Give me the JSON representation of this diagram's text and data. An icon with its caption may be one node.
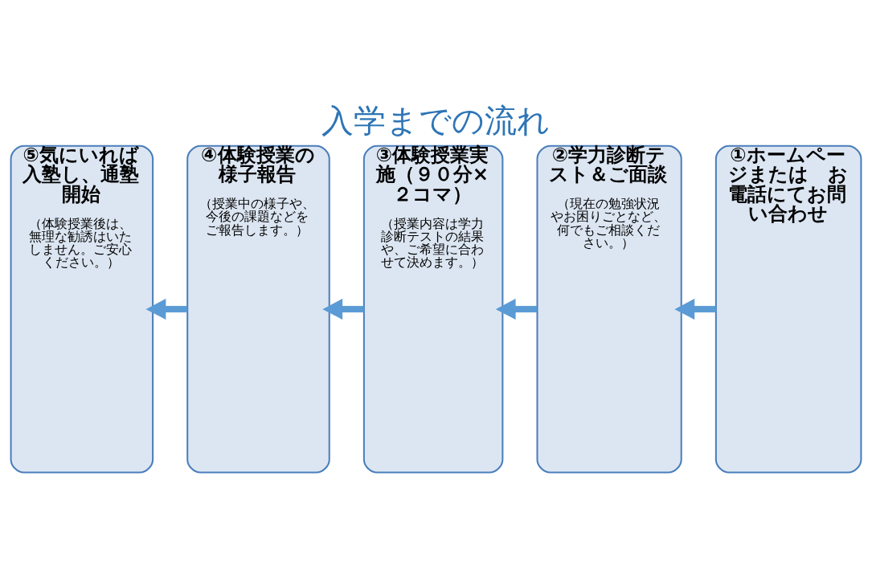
{
  "diagram": {
    "title": "入学までの流れ",
    "nodes": [
      {
        "text": [
          "①ホームページまたは　お電話にてお問い合わせ"
        ]
      },
      {
        "text": [
          "②学力診断テスト＆ご面談",
          "（現在の勉強状況やお困りごとなど、何でもご相談ください。）"
        ]
      },
      {
        "text": [
          "③体験授業実施（９０分×２コマ）",
          "（授業内容は学力診断テストの結果や、ご希望に合わせて決めます。）"
        ]
      },
      {
        "text": [
          "④体験授業の様子報告",
          "（授業中の様子や、今後の課題などをご報告します。）"
        ]
      },
      {
        "text": [
          "⑤気にいれば入塾し、通塾開始",
          "（体験授業後は、無理な勧誘はいたしません。ご安心ください。）"
        ]
      }
    ],
    "edges": [
      {
        "from": 0,
        "to": 1,
        "arrow": "to"
      },
      {
        "from": 1,
        "to": 2,
        "arrow": "to"
      },
      {
        "from": 2,
        "to": 3,
        "arrow": "to"
      },
      {
        "from": 3,
        "to": 4,
        "arrow": "to"
      }
    ]
  }
}
